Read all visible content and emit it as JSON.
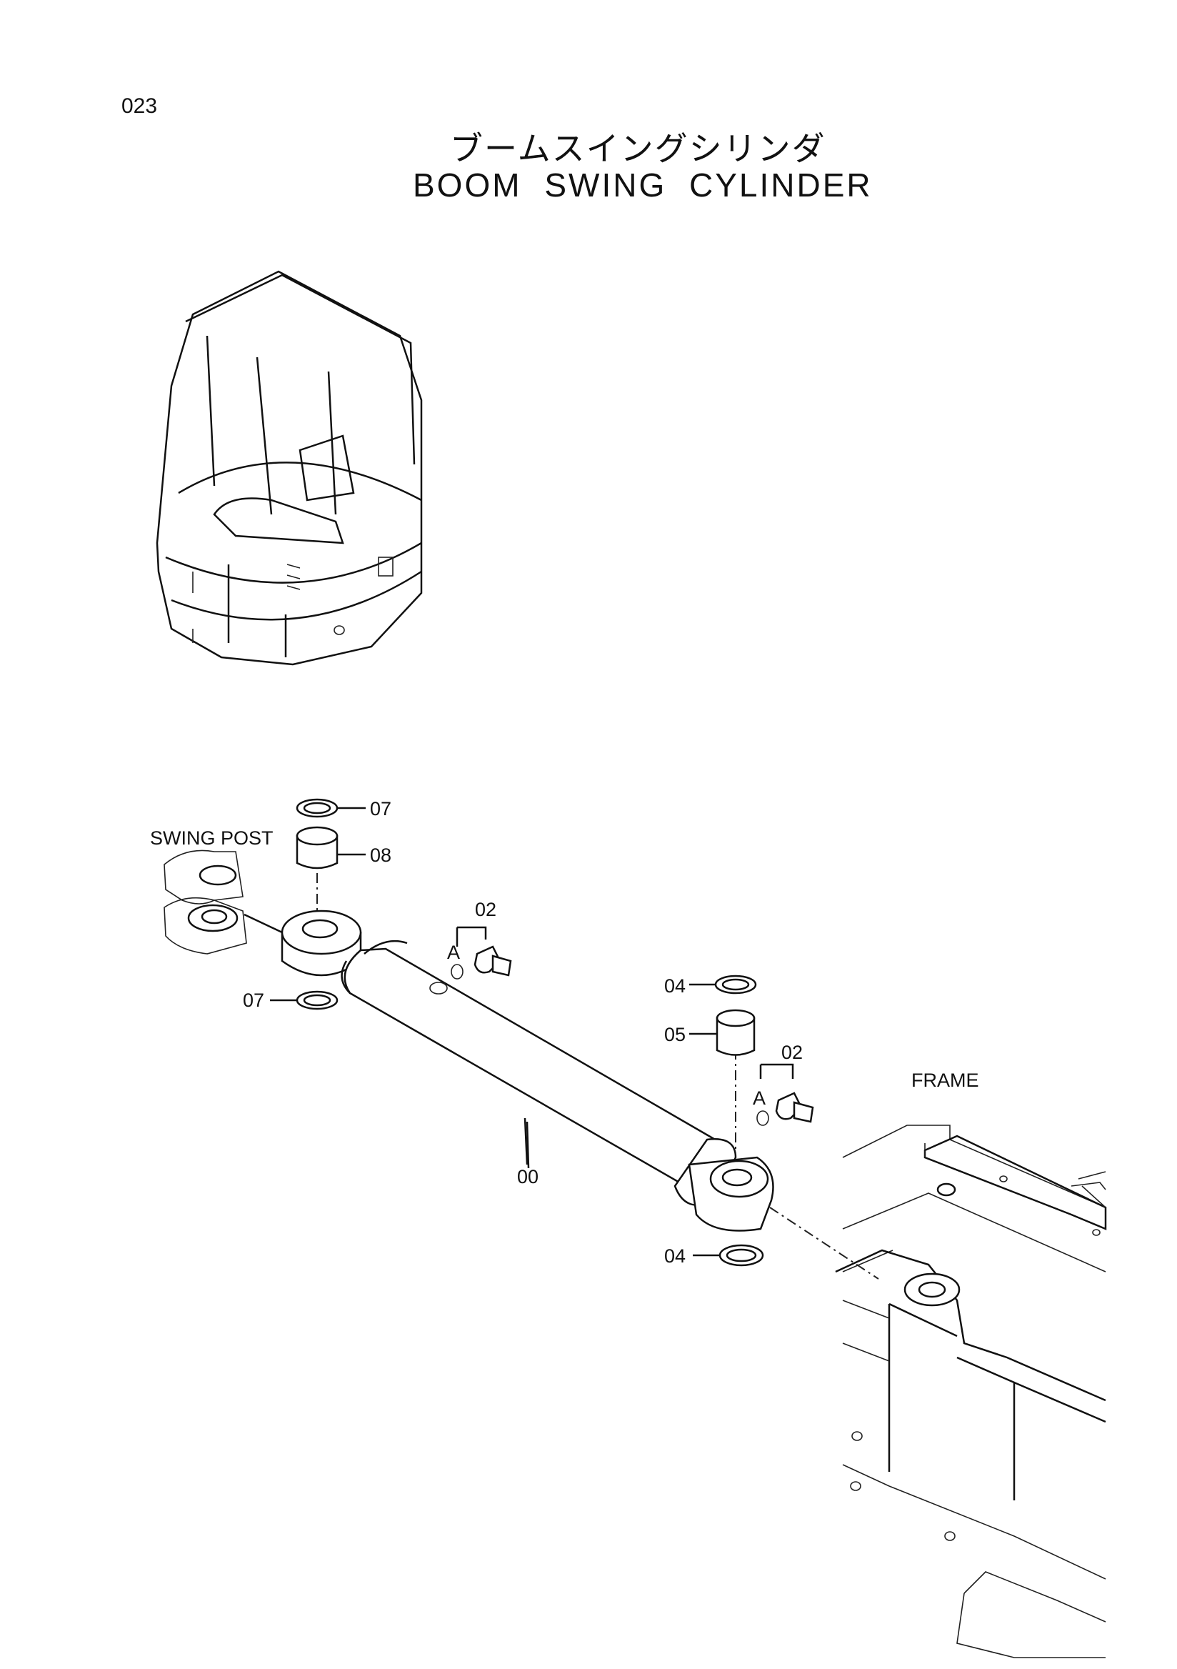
{
  "page_number": "023",
  "title_jp": "ブームスイングシリンダ",
  "title_en": "BOOM SWING CYLINDER",
  "labels": {
    "swing_post": "SWING POST",
    "frame": "FRAME",
    "part_07_top": "07",
    "part_08": "08",
    "part_02_left": "02",
    "part_a_left": "A",
    "part_07_bottom": "07",
    "part_04_top": "04",
    "part_05": "05",
    "part_02_right": "02",
    "part_a_right": "A",
    "part_00": "00",
    "part_04_bottom": "04"
  }
}
